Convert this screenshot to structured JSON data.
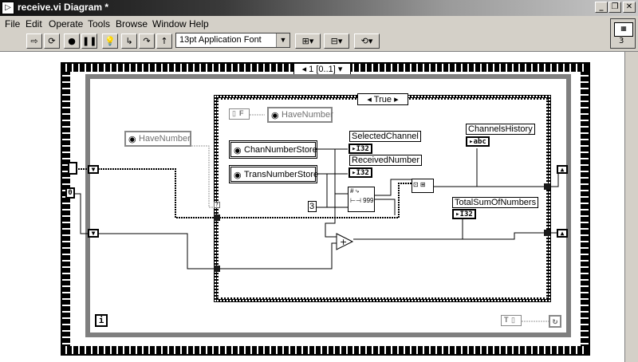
{
  "window": {
    "title": "receive.vi Diagram *",
    "controls": {
      "minimize": "_",
      "restore": "❐",
      "close": "✕"
    }
  },
  "menu": [
    "File",
    "Edit",
    "Operate",
    "Tools",
    "Browse",
    "Window",
    "Help"
  ],
  "toolbar": {
    "font": "13pt Application Font"
  },
  "connector_pane": {
    "label": "3"
  },
  "diagram": {
    "sequence_selector": "1 [0..1]",
    "case_selector": "True",
    "nodes": {
      "have_number_inner_label": "HaveNumber",
      "have_number_outer_label": "HaveNumber",
      "chan_number_store": "ChanNumberStore",
      "trans_number_store": "TransNumberStore",
      "selected_channel": "SelectedChannel",
      "received_number": "ReceivedNumber",
      "channels_history": "ChannelsHistory",
      "total_sum": "TotalSumOfNumbers",
      "i32_a": "I32",
      "i32_b": "I32",
      "i32_c": "I32",
      "abc": "abc",
      "constant_3": "3",
      "constant_0": "0",
      "bool_false": "F",
      "bool_true": "T",
      "iteration": "i",
      "add_op": "+"
    }
  },
  "icons": {
    "run": "run-arrow-icon",
    "run_continuously": "run-continuously-icon",
    "abort": "abort-icon",
    "pause": "pause-icon",
    "highlight": "lightbulb-icon",
    "step": "step-icon"
  }
}
